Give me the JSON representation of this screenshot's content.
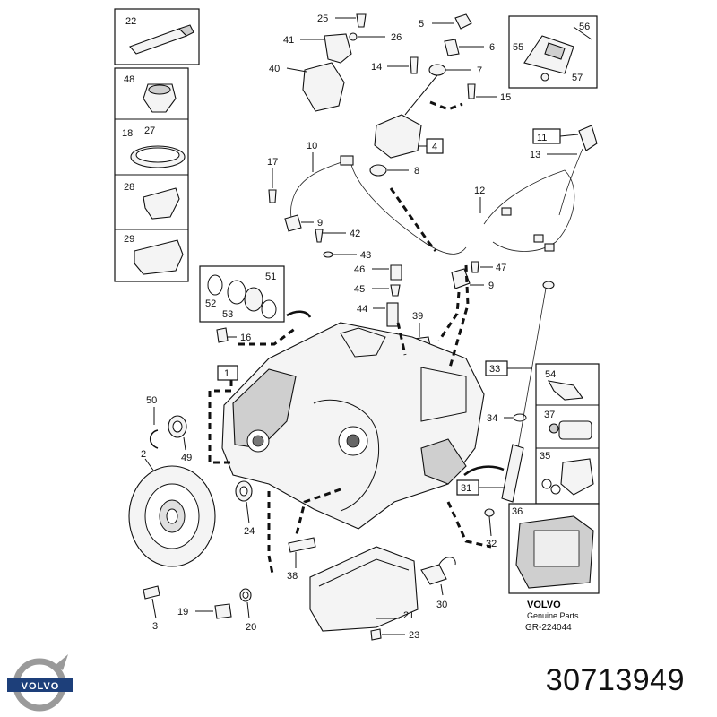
{
  "brand": {
    "name": "VOLVO",
    "genuine": "Genuine Parts",
    "ref": "GR-224044"
  },
  "part_number": "30713949",
  "callouts": {
    "c1": "1",
    "c2": "2",
    "c3": "3",
    "c4": "4",
    "c5": "5",
    "c6": "6",
    "c7": "7",
    "c8": "8",
    "c9a": "9",
    "c9b": "9",
    "c10": "10",
    "c11": "11",
    "c12": "12",
    "c13": "13",
    "c14": "14",
    "c15": "15",
    "c16": "16",
    "c17": "17",
    "c18": "18",
    "c19": "19",
    "c20": "20",
    "c21": "21",
    "c22": "22",
    "c23": "23",
    "c24": "24",
    "c25": "25",
    "c26": "26",
    "c27": "27",
    "c28": "28",
    "c29": "29",
    "c30": "30",
    "c31": "31",
    "c32": "32",
    "c33": "33",
    "c34": "34",
    "c35": "35",
    "c36": "36",
    "c37": "37",
    "c38": "38",
    "c39": "39",
    "c40": "40",
    "c41": "41",
    "c42": "42",
    "c43": "43",
    "c44": "44",
    "c45": "45",
    "c46": "46",
    "c47": "47",
    "c48": "48",
    "c49": "49",
    "c50": "50",
    "c51": "51",
    "c52": "52",
    "c53": "53",
    "c54": "54",
    "c55": "55",
    "c56": "56",
    "c57": "57"
  },
  "colors": {
    "ink": "#111111",
    "paper": "#ffffff",
    "logo_blue": "#1d3f7a",
    "logo_gray": "#9a9a9a"
  }
}
